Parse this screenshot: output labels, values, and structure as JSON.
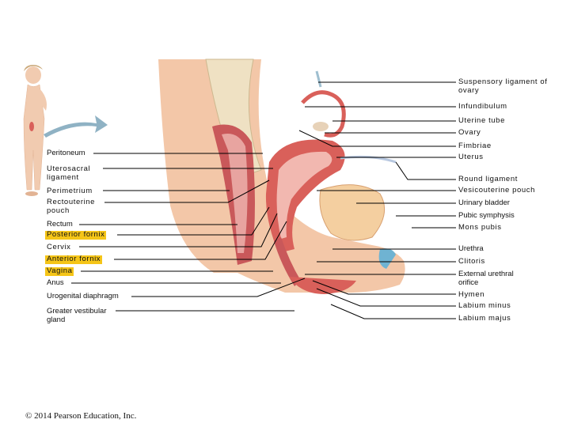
{
  "labels_left": [
    {
      "id": "peritoneum",
      "text": "Peritoneum"
    },
    {
      "id": "uterosacral-ligament",
      "text": "Uterosacral ligament"
    },
    {
      "id": "perimetrium",
      "text": "Perimetrium"
    },
    {
      "id": "rectouterine-pouch",
      "text": "Rectouterine pouch"
    },
    {
      "id": "rectum",
      "text": "Rectum"
    },
    {
      "id": "posterior-fornix",
      "text": "Posterior fornix"
    },
    {
      "id": "cervix",
      "text": "Cervix"
    },
    {
      "id": "anterior-fornix",
      "text": "Anterior fornix"
    },
    {
      "id": "vagina",
      "text": "Vagina"
    },
    {
      "id": "anus",
      "text": "Anus"
    },
    {
      "id": "urogenital-diaphragm",
      "text": "Urogenital diaphragm"
    },
    {
      "id": "greater-vestibular-gland",
      "text": "Greater vestibular gland"
    }
  ],
  "labels_right": [
    {
      "id": "suspensory-ligament",
      "text": "Suspensory ligament of ovary"
    },
    {
      "id": "infundibulum",
      "text": "Infundibulum"
    },
    {
      "id": "uterine-tube",
      "text": "Uterine tube"
    },
    {
      "id": "ovary",
      "text": "Ovary"
    },
    {
      "id": "fimbriae",
      "text": "Fimbriae"
    },
    {
      "id": "uterus",
      "text": "Uterus"
    },
    {
      "id": "round-ligament",
      "text": "Round ligament"
    },
    {
      "id": "vesicouterine-pouch",
      "text": "Vesicouterine pouch"
    },
    {
      "id": "urinary-bladder",
      "text": "Urinary bladder"
    },
    {
      "id": "pubic-symphysis",
      "text": "Pubic symphysis"
    },
    {
      "id": "mons-pubis",
      "text": "Mons pubis"
    },
    {
      "id": "urethra",
      "text": "Urethra"
    },
    {
      "id": "clitoris",
      "text": "Clitoris"
    },
    {
      "id": "external-urethral-orifice",
      "text": "External urethral orifice"
    },
    {
      "id": "hymen",
      "text": "Hymen"
    },
    {
      "id": "labium-minus",
      "text": "Labium minus"
    },
    {
      "id": "labium-majus",
      "text": "Labium majus"
    }
  ],
  "copyright": "© 2014 Pearson Education, Inc.",
  "colors": {
    "highlight": "#f5c518",
    "tissue": "#e9a48c",
    "muscle": "#d9605a",
    "bone": "#efe1c3",
    "skin": "#f3c7a8",
    "leader": "#000000"
  }
}
